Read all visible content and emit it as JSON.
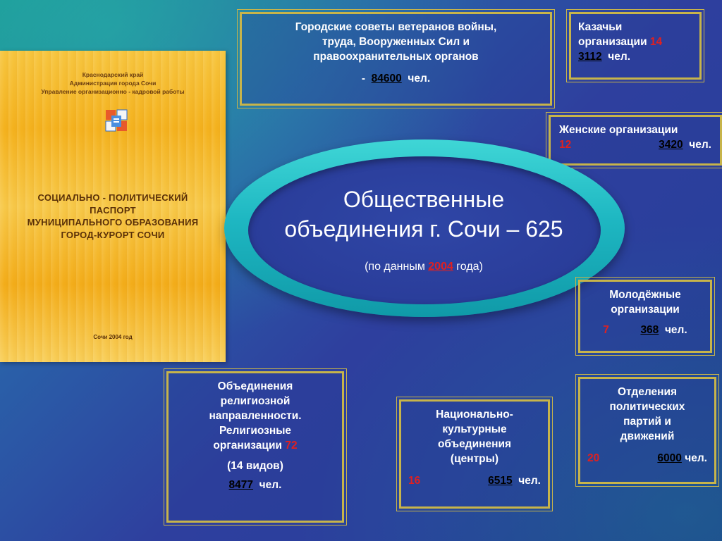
{
  "book": {
    "header_lines": [
      "Краснодарский край",
      "Администрация города Сочи",
      "Управление организационно - кадровой работы"
    ],
    "title_lines": [
      "СОЦИАЛЬНО - ПОЛИТИЧЕСКИЙ",
      "ПАСПОРТ",
      "МУНИЦИПАЛЬНОГО ОБРАЗОВАНИЯ",
      "ГОРОД-КУРОРТ СОЧИ"
    ],
    "footer": "Сочи 2004 год"
  },
  "center": {
    "title_line1": "Общественные",
    "title_line2": "объединения г. Сочи – 625",
    "sub_prefix": "(по данным ",
    "sub_year": "2004",
    "sub_suffix": " года)"
  },
  "veterans": {
    "lines": [
      "Городские советы ветеранов войны,",
      "труда, Вооруженных Сил и",
      "правоохранительных органов"
    ],
    "dash": "-",
    "people": "84600",
    "unit": "чел."
  },
  "cossack": {
    "line1": "Казачьи",
    "line2": "организации",
    "count": "14",
    "people": "3112",
    "unit": "чел."
  },
  "women": {
    "line1": "Женские организации",
    "count": "12",
    "people": "3420",
    "unit": "чел."
  },
  "youth": {
    "line1": "Молодёжные",
    "line2": "организации",
    "count": "7",
    "people": "368",
    "unit": "чел."
  },
  "religious": {
    "lines": [
      "Объединения",
      "религиозной",
      "направленности.",
      "Религиозные"
    ],
    "line5": "организации",
    "count": "72",
    "kinds": "(14 видов)",
    "people": "8477",
    "unit": "чел."
  },
  "national": {
    "lines": [
      "Национально-",
      "культурные",
      "объединения",
      "(центры)"
    ],
    "count": "16",
    "people": "6515",
    "unit": "чел."
  },
  "parties": {
    "lines": [
      "Отделения",
      "политических",
      "партий и",
      "движений"
    ],
    "count": "20",
    "people": "6000",
    "unit": "чел."
  }
}
